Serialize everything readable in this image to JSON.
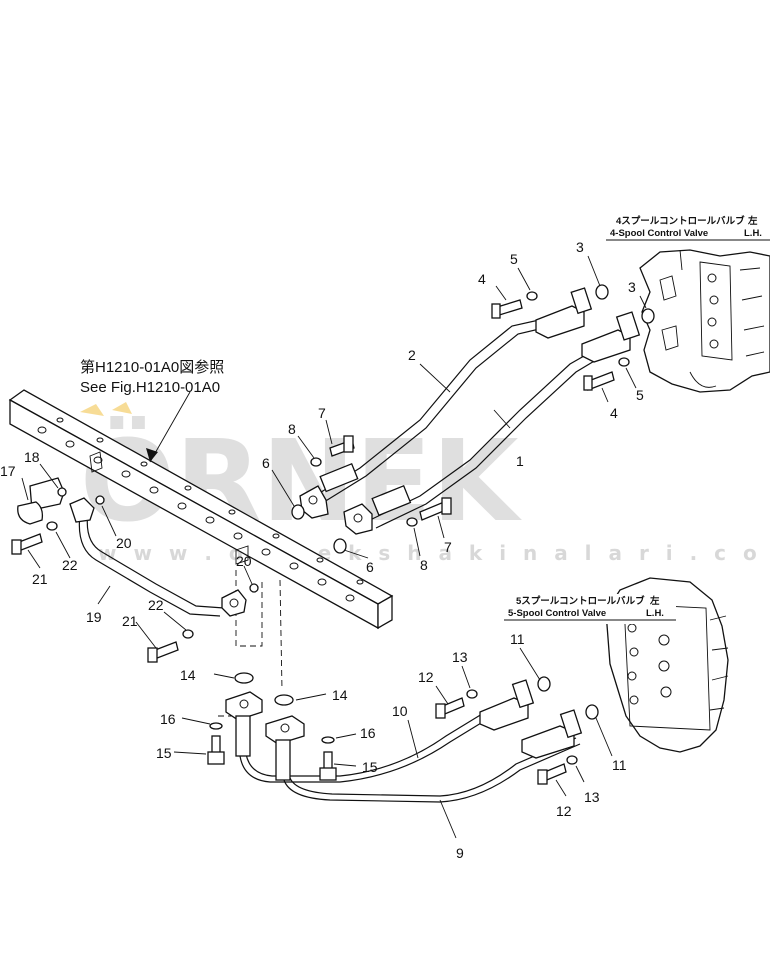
{
  "reference_note": {
    "jp": "第H1210-01A0図参照",
    "en": "See Fig.H1210-01A0"
  },
  "valve_labels": {
    "upper": {
      "jp": "4スプールコントロールバルブ",
      "jp_side": "左",
      "en": "4-Spool  Control  Valve",
      "en_side": "L.H."
    },
    "lower": {
      "jp": "5スプールコントロールバルブ",
      "jp_side": "左",
      "en": "5-Spool  Control  Valve",
      "en_side": "L.H."
    }
  },
  "watermark": {
    "logo": "ÖRNEK",
    "url": "w w w . o r n e k s h a k i n a l a r i . c o m . t r"
  },
  "colors": {
    "line": "#111111",
    "watermark": "#cfcfcf",
    "watermark_accent": "#f0c040"
  },
  "part_numbers": {
    "p1": "1",
    "p2": "2",
    "p3a": "3",
    "p3b": "3",
    "p4a": "4",
    "p4b": "4",
    "p5a": "5",
    "p5b": "5",
    "p6a": "6",
    "p6b": "6",
    "p7a": "7",
    "p7b": "7",
    "p8a": "8",
    "p8b": "8",
    "p9": "9",
    "p10": "10",
    "p11a": "11",
    "p11b": "11",
    "p12a": "12",
    "p12b": "12",
    "p13a": "13",
    "p13b": "13",
    "p14a": "14",
    "p14b": "14",
    "p15a": "15",
    "p15b": "15",
    "p16a": "16",
    "p16b": "16",
    "p17": "17",
    "p18": "18",
    "p19": "19",
    "p20a": "20",
    "p20b": "20",
    "p21a": "21",
    "p21b": "21",
    "p22a": "22",
    "p22b": "22"
  }
}
